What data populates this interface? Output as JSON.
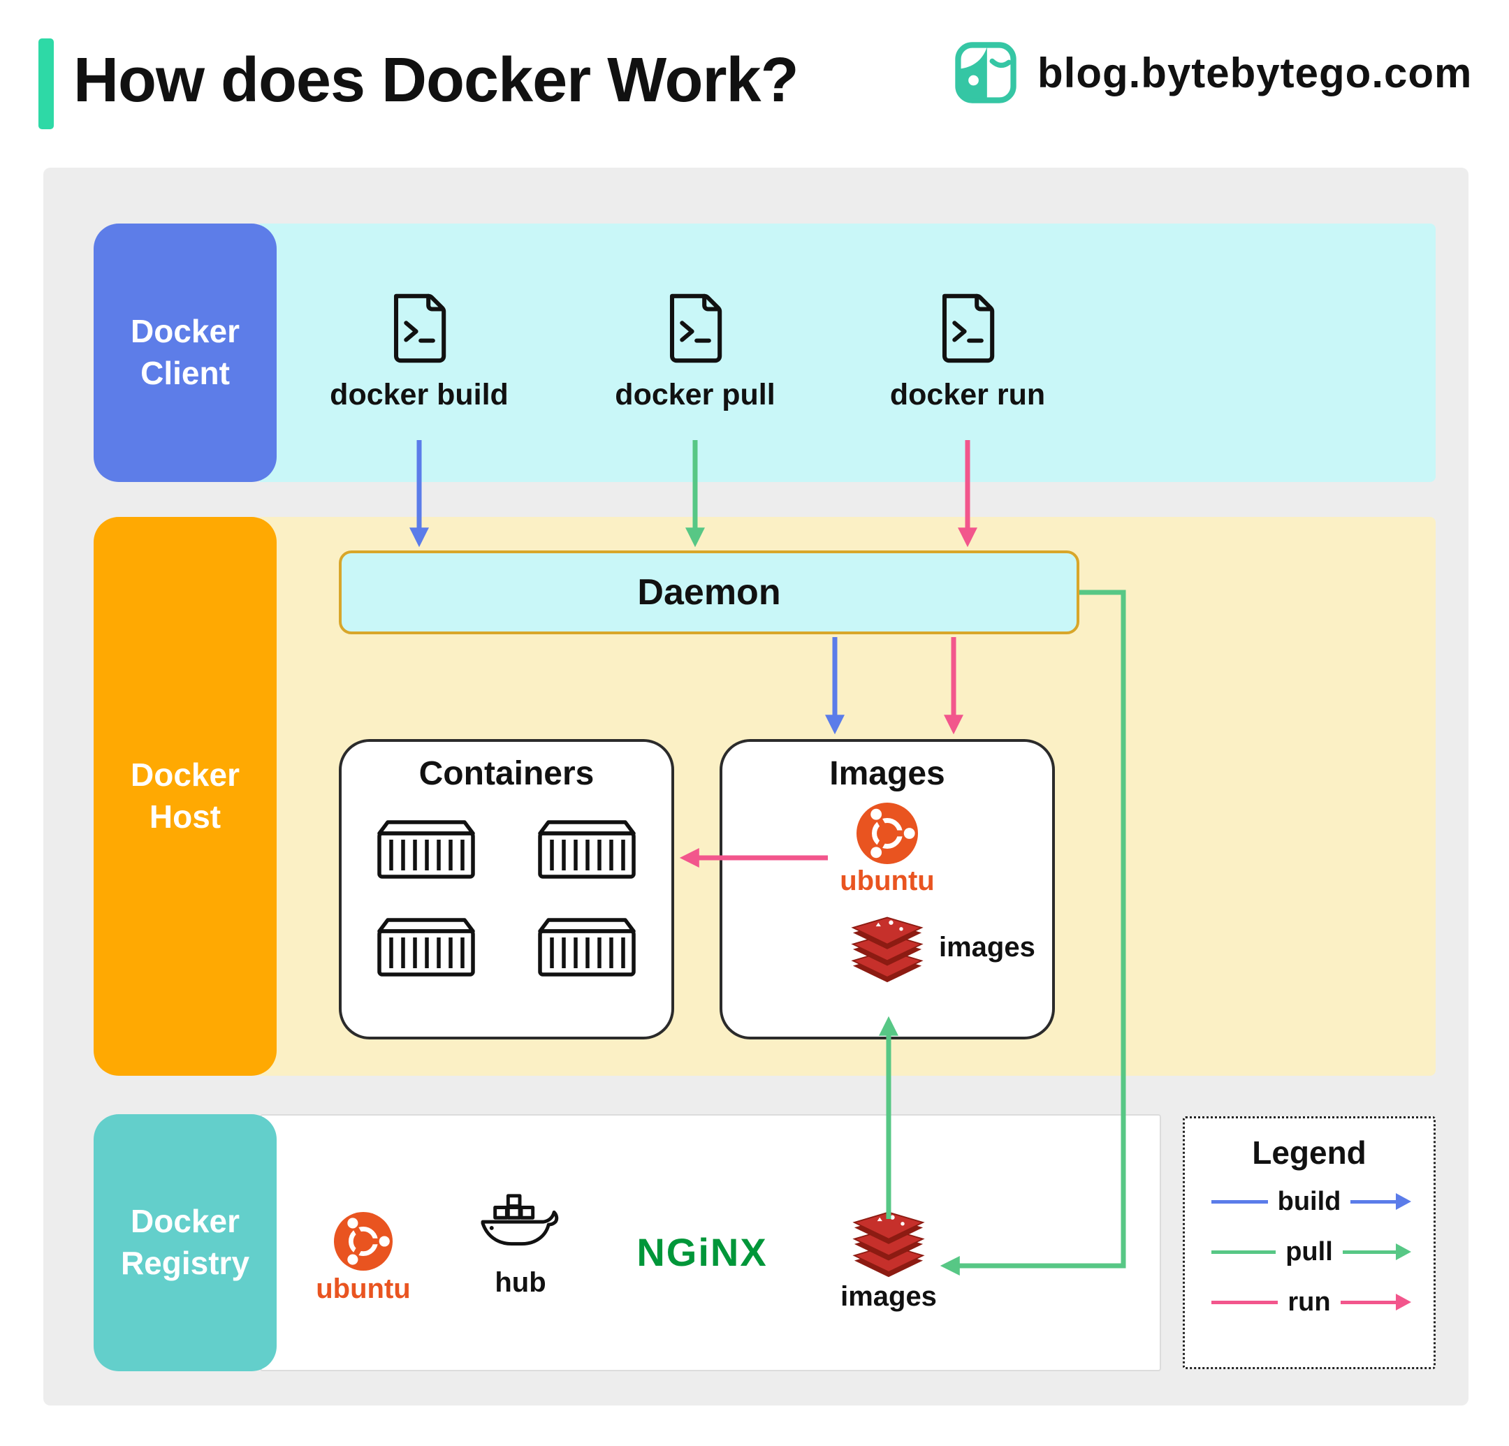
{
  "header": {
    "title": "How does Docker Work?",
    "site": "blog.bytebytego.com"
  },
  "client": {
    "label": "Docker Client",
    "commands": [
      {
        "label": "docker build",
        "icon": "script-file-icon",
        "arrow": "build",
        "arrow_color": "#5B7CE9"
      },
      {
        "label": "docker pull",
        "icon": "script-file-icon",
        "arrow": "pull",
        "arrow_color": "#57C785"
      },
      {
        "label": "docker run",
        "icon": "script-file-icon",
        "arrow": "run",
        "arrow_color": "#F2568C"
      }
    ]
  },
  "host": {
    "label": "Docker Host",
    "daemon_label": "Daemon",
    "containers_title": "Containers",
    "container_count": 4,
    "images_title": "Images",
    "ubuntu_label": "ubuntu",
    "images_label": "images"
  },
  "registry": {
    "label": "Docker Registry",
    "ubuntu_label": "ubuntu",
    "hub_label": "hub",
    "nginx_label": "NGiNX",
    "images_label": "images"
  },
  "legend": {
    "title": "Legend",
    "items": [
      {
        "label": "build",
        "color": "#5B7CE9"
      },
      {
        "label": "pull",
        "color": "#57C785"
      },
      {
        "label": "run",
        "color": "#F2568C"
      }
    ]
  },
  "colors": {
    "accent_teal": "#2ED9A6",
    "client_blue": "#5D7DE8",
    "client_bg_cyan": "#C9F7F8",
    "host_orange": "#FFA902",
    "host_bg_yellow": "#FBF0C5",
    "registry_teal": "#63CFCB",
    "daemon_border": "#D8A62A",
    "canvas_gray": "#EDEDED",
    "arrow_blue": "#5B7CE9",
    "arrow_green": "#57C785",
    "arrow_pink": "#F2568C",
    "ubuntu_orange": "#E95420",
    "nginx_green": "#009639",
    "redis_red": "#C6302B"
  }
}
